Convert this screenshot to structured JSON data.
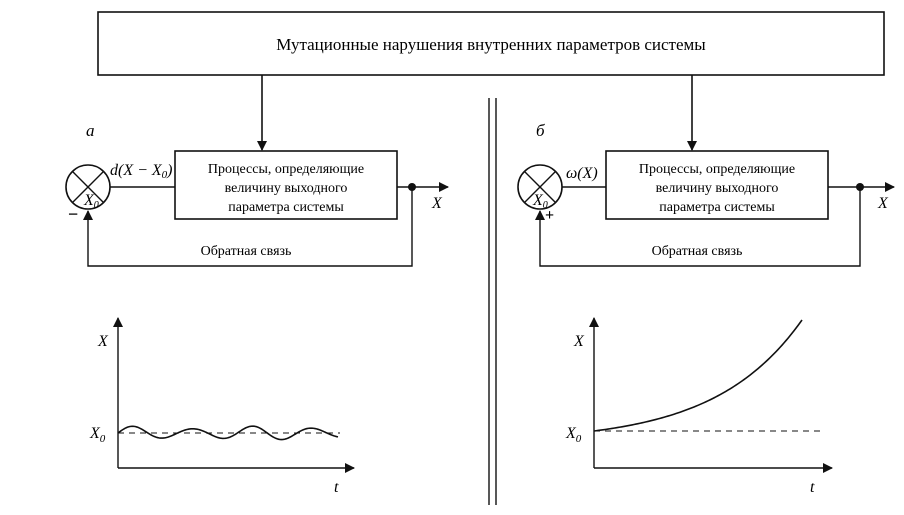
{
  "header": {
    "title": "Мутационные нарушения внутренних параметров системы"
  },
  "panel_a": {
    "letter": "а",
    "box_lines": [
      "Процессы, определяющие",
      "величину выходного",
      "параметра системы"
    ],
    "input_label_prefix": "d",
    "input_label_expr": "(X − X",
    "input_label_sub": "0",
    "input_label_close": ")",
    "comparator_label": "X",
    "comparator_sub": "0",
    "sign": "−",
    "output_label": "X",
    "feedback_label": "Обратная связь",
    "graph": {
      "ylabel": "X",
      "xlabel": "t",
      "x0_label": "X",
      "x0_sub": "0"
    }
  },
  "panel_b": {
    "letter": "б",
    "box_lines": [
      "Процессы, определяющие",
      "величину выходного",
      "параметра системы"
    ],
    "input_label": "ω(X)",
    "comparator_label": "X",
    "comparator_sub": "0",
    "sign": "+",
    "output_label": "X",
    "feedback_label": "Обратная связь",
    "graph": {
      "ylabel": "X",
      "xlabel": "t",
      "x0_label": "X",
      "x0_sub": "0"
    }
  }
}
